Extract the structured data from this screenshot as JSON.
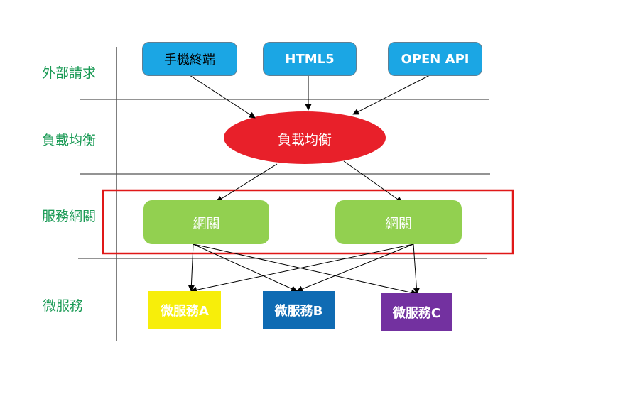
{
  "layers": {
    "external": "外部請求",
    "load_balance": "負載均衡",
    "gateway": "服務網關",
    "services": "微服務"
  },
  "clients": {
    "mobile": "手機終端",
    "html5": "HTML5",
    "open_api": "OPEN API"
  },
  "load_balancer": "負載均衡",
  "gateways": [
    "網關",
    "網關"
  ],
  "services": [
    "微服務A",
    "微服務B",
    "微服務C"
  ],
  "colors": {
    "client": "#1ba6e4",
    "load_balancer": "#e8202a",
    "gateway": "#92d050",
    "service_a": "#f7ee0a",
    "service_b": "#0f6bb3",
    "service_c": "#7331a0",
    "highlight": "#e01818",
    "layer_label": "#1a9a55"
  }
}
